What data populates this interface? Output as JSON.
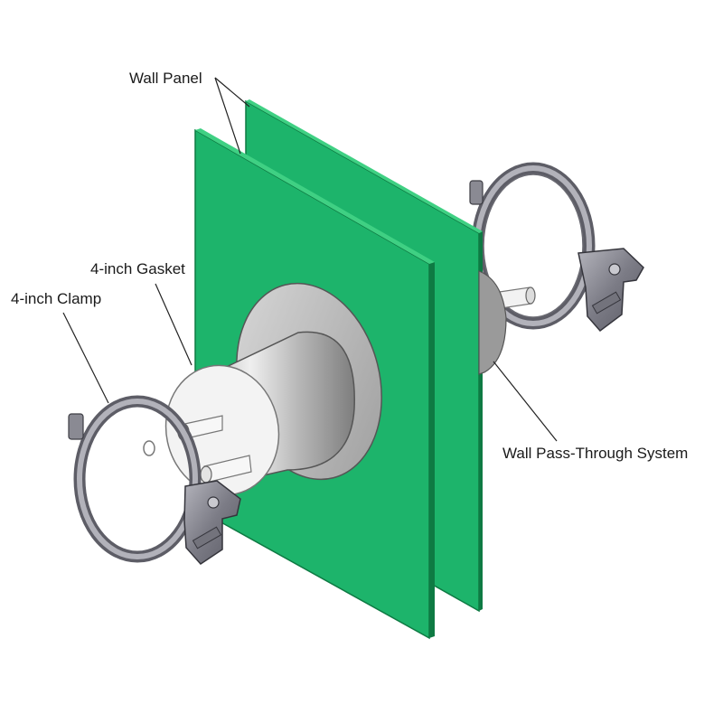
{
  "labels": {
    "wall_panel": "Wall Panel",
    "gasket": "4-inch Gasket",
    "clamp": "4-inch Clamp",
    "pass_through": "Wall Pass-Through System"
  },
  "colors": {
    "panel_green": "#1db46b",
    "panel_edge": "#0e7a43",
    "metal": "#8d8d96",
    "metal_dark": "#55555d",
    "cylinder_light": "#e6e6e6",
    "cylinder_dark": "#8e8e8e",
    "gasket": "#f3f3f3",
    "leader_line": "#222222"
  }
}
